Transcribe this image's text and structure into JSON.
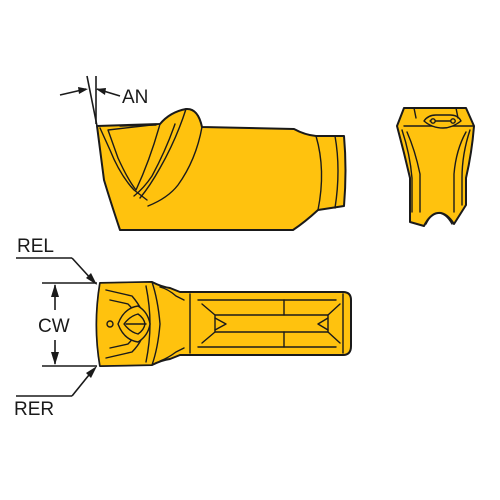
{
  "labels": {
    "an": "AN",
    "rel": "REL",
    "cw": "CW",
    "rer": "RER"
  },
  "colors": {
    "insert_fill": "#ffc20e",
    "outline": "#1a1a1a",
    "background": "#ffffff"
  }
}
